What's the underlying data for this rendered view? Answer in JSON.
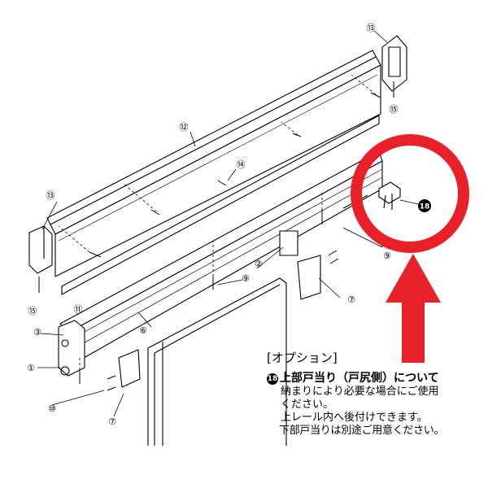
{
  "callouts": {
    "c1": "①",
    "c2": "②",
    "c3": "③",
    "c6": "⑥",
    "c7a": "⑦",
    "c7b": "⑦",
    "c9a": "⑨",
    "c9b": "⑨",
    "c10": "⑩",
    "c11": "⑪",
    "c12": "⑫",
    "c13a": "⑬",
    "c13b": "⑬",
    "c14": "⑭",
    "c15a": "⑮",
    "c15b": "⑮",
    "c18": "18"
  },
  "option": {
    "heading": "[オプション]",
    "title_num": "18",
    "title": "上部戸当り（戸尻側）について",
    "line1": "納まりにより必要な場合にご使用",
    "line2": "ください。",
    "line3": "上レール内へ後付けできます。",
    "line4": "下部戸当りは別途ご用意ください。"
  },
  "colors": {
    "highlight_ring": "#e8202a",
    "arrow": "#e8202a",
    "line": "#000000"
  }
}
